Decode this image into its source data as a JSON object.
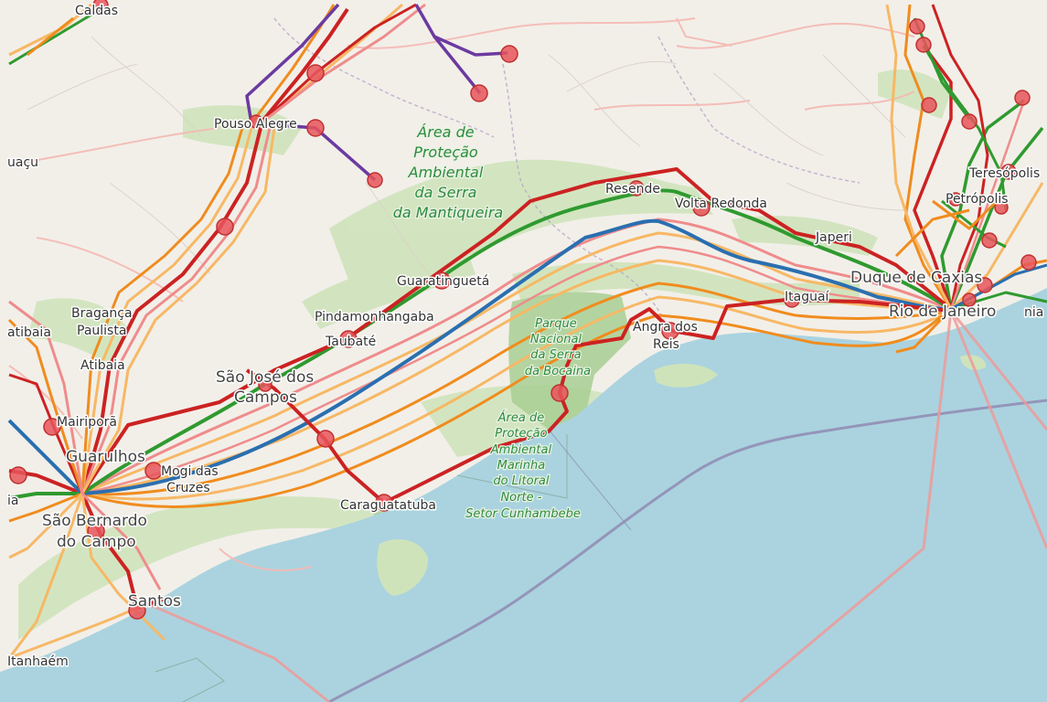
{
  "map": {
    "colors": {
      "sea": "#aad3df",
      "land": "#f2efe9",
      "forest": "#c8dfb3",
      "park": "#8fbf7a",
      "state_border": "#a08fb2",
      "road": "#f3a6a1",
      "route_red": "#cc2222",
      "route_green": "#2f9a2f",
      "route_blue": "#2a6fb0",
      "route_orange": "#f08c1e",
      "route_light_orange": "#f7b865",
      "route_pink": "#ef8c8c",
      "route_purple": "#6b3aa0",
      "node_fill": "#e8555a",
      "node_stroke": "#c03030"
    },
    "cities": [
      {
        "id": "caldas",
        "label": "Caldas"
      },
      {
        "id": "pouso-alegre",
        "label": "Pouso Alegre"
      },
      {
        "id": "iguacu",
        "label": "uaçu"
      },
      {
        "id": "braganca",
        "label": "Bragança"
      },
      {
        "id": "paulista",
        "label": "Paulista"
      },
      {
        "id": "atibaia-left",
        "label": "atibaia"
      },
      {
        "id": "atibaia",
        "label": "Atibaia"
      },
      {
        "id": "mairipora",
        "label": "Mairiporã"
      },
      {
        "id": "guarulhos",
        "label": "Guarulhos"
      },
      {
        "id": "mogi",
        "label": "Mogi das"
      },
      {
        "id": "cruzes",
        "label": "Cruzes"
      },
      {
        "id": "sao-bernardo",
        "label": "São Bernardo"
      },
      {
        "id": "do-campo",
        "label": "do Campo"
      },
      {
        "id": "santos",
        "label": "Santos"
      },
      {
        "id": "itanhaem",
        "label": "Itanhaém"
      },
      {
        "id": "sao-jose",
        "label": "São José dos"
      },
      {
        "id": "campos",
        "label": "Campos"
      },
      {
        "id": "pindamonhangaba",
        "label": "Pindamonhangaba"
      },
      {
        "id": "taubate",
        "label": "Taubaté"
      },
      {
        "id": "guaratingueta",
        "label": "Guaratinguetá"
      },
      {
        "id": "caraguatatuba",
        "label": "Caraguatatuba"
      },
      {
        "id": "resende",
        "label": "Resende"
      },
      {
        "id": "volta-redonda",
        "label": "Volta Redonda"
      },
      {
        "id": "japeri",
        "label": "Japeri"
      },
      {
        "id": "duque-de-caxias",
        "label": "Duque de Caxias"
      },
      {
        "id": "rio",
        "label": "Rio de Janeiro"
      },
      {
        "id": "angra",
        "label": "Angra dos"
      },
      {
        "id": "reis",
        "label": "Reis"
      },
      {
        "id": "itaguai",
        "label": "Itaguaí"
      },
      {
        "id": "teresopolis",
        "label": "Teresópolis"
      },
      {
        "id": "petropolis",
        "label": "Petrópolis"
      },
      {
        "id": "nia",
        "label": "nia"
      },
      {
        "id": "ia",
        "label": "ia"
      }
    ],
    "protected_areas": [
      {
        "id": "apa-mantiqueira",
        "lines": [
          "Área de",
          "Proteção",
          "Ambiental",
          "da Serra",
          "da Mantiqueira"
        ]
      },
      {
        "id": "parque-bocaina",
        "lines": [
          "Parque",
          "Nacional",
          "da Serra",
          "da Bocaina"
        ]
      },
      {
        "id": "apa-marinha",
        "lines": [
          "Área de",
          "Proteção",
          "Ambiental",
          "Marinha",
          "do Litoral",
          "Norte -",
          "Setor Cunhambebe"
        ]
      }
    ]
  }
}
